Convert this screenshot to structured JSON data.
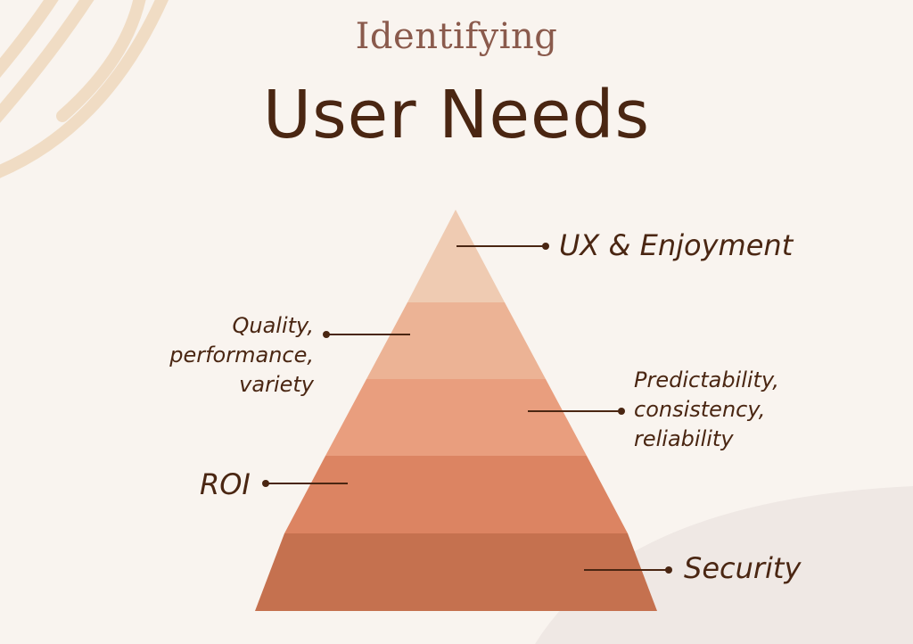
{
  "title": {
    "line1": "Identifying",
    "line2": "User Needs"
  },
  "colors": {
    "background": "#f9f4ef",
    "text": "#4a2612",
    "title_light": "#8a5a4c",
    "tiers": [
      "#efcbb2",
      "#ecb395",
      "#e99e7e",
      "#dc8462",
      "#c5714f"
    ],
    "decoration": "#f0dcc4",
    "corner_blob": "#efe8e4"
  },
  "pyramid": {
    "tiers": [
      {
        "label": "UX & Enjoyment"
      },
      {
        "label": "Quality,\nperformance,\nvariety"
      },
      {
        "label": "Predictability,\nconsistency,\nreliability"
      },
      {
        "label": "ROI"
      },
      {
        "label": "Security"
      }
    ]
  }
}
